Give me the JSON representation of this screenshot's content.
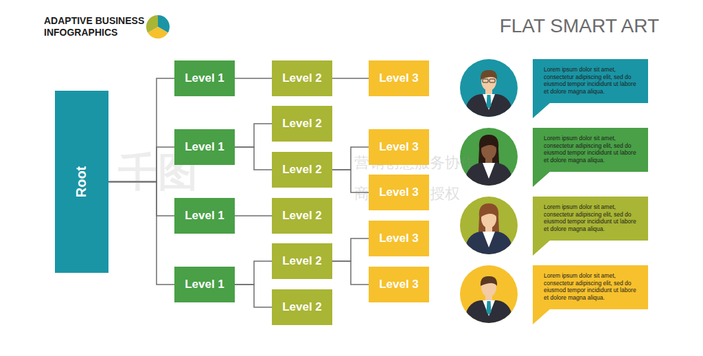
{
  "diagram": {
    "title": "FLAT SMART ART",
    "nodes": [
      {
        "text": [
          "Root"
        ]
      },
      {
        "text": [
          "Level 1"
        ]
      },
      {
        "text": [
          "Level 2"
        ]
      },
      {
        "text": [
          "Level 3"
        ]
      },
      {
        "text": [
          "Level 1"
        ]
      },
      {
        "text": [
          "Level 2"
        ]
      },
      {
        "text": [
          "Level 2"
        ]
      },
      {
        "text": [
          "Level 3"
        ]
      },
      {
        "text": [
          "Level 3"
        ]
      },
      {
        "text": [
          "Level 1"
        ]
      },
      {
        "text": [
          "Level 2"
        ]
      },
      {
        "text": [
          "Level 1"
        ]
      },
      {
        "text": [
          "Level 2"
        ]
      },
      {
        "text": [
          "Level 3"
        ]
      },
      {
        "text": [
          "Level 3"
        ]
      },
      {
        "text": [
          "Level 2"
        ]
      },
      {
        "text": [
          "Lorem ipsum dolor sit amet, consectetur adipiscing elit, sed do eiusmod tempor incididunt ut labore et dolore magna aliqua."
        ]
      },
      {
        "text": [
          "Lorem ipsum dolor sit amet, consectetur adipiscing elit, sed do eiusmod tempor incididunt ut labore et dolore magna aliqua."
        ]
      },
      {
        "text": [
          "Lorem ipsum dolor sit amet, consectetur adipiscing elit, sed do eiusmod tempor incididunt ut labore et dolore magna aliqua."
        ]
      },
      {
        "text": [
          "Lorem ipsum dolor sit amet, consectetur adipiscing elit, sed do eiusmod tempor incididunt ut labore et dolore magna aliqua."
        ]
      }
    ],
    "edges": [
      {
        "from": 0,
        "to": 1,
        "arrow": "none"
      },
      {
        "from": 0,
        "to": 4,
        "arrow": "none"
      },
      {
        "from": 0,
        "to": 9,
        "arrow": "none"
      },
      {
        "from": 0,
        "to": 11,
        "arrow": "none"
      },
      {
        "from": 1,
        "to": 2,
        "arrow": "none"
      },
      {
        "from": 2,
        "to": 3,
        "arrow": "none"
      },
      {
        "from": 4,
        "to": 5,
        "arrow": "none"
      },
      {
        "from": 4,
        "to": 6,
        "arrow": "none"
      },
      {
        "from": 6,
        "to": 7,
        "arrow": "none"
      },
      {
        "from": 6,
        "to": 8,
        "arrow": "none"
      },
      {
        "from": 9,
        "to": 10,
        "arrow": "none"
      },
      {
        "from": 11,
        "to": 12,
        "arrow": "none"
      },
      {
        "from": 11,
        "to": 15,
        "arrow": "none"
      },
      {
        "from": 12,
        "to": 13,
        "arrow": "none"
      },
      {
        "from": 12,
        "to": 14,
        "arrow": "none"
      }
    ],
    "labels": [
      "ADAPTIVE BUSINESS INFOGRAPHICS",
      "千图",
      "营销创意服务协作",
      "商用请获取授权"
    ]
  }
}
